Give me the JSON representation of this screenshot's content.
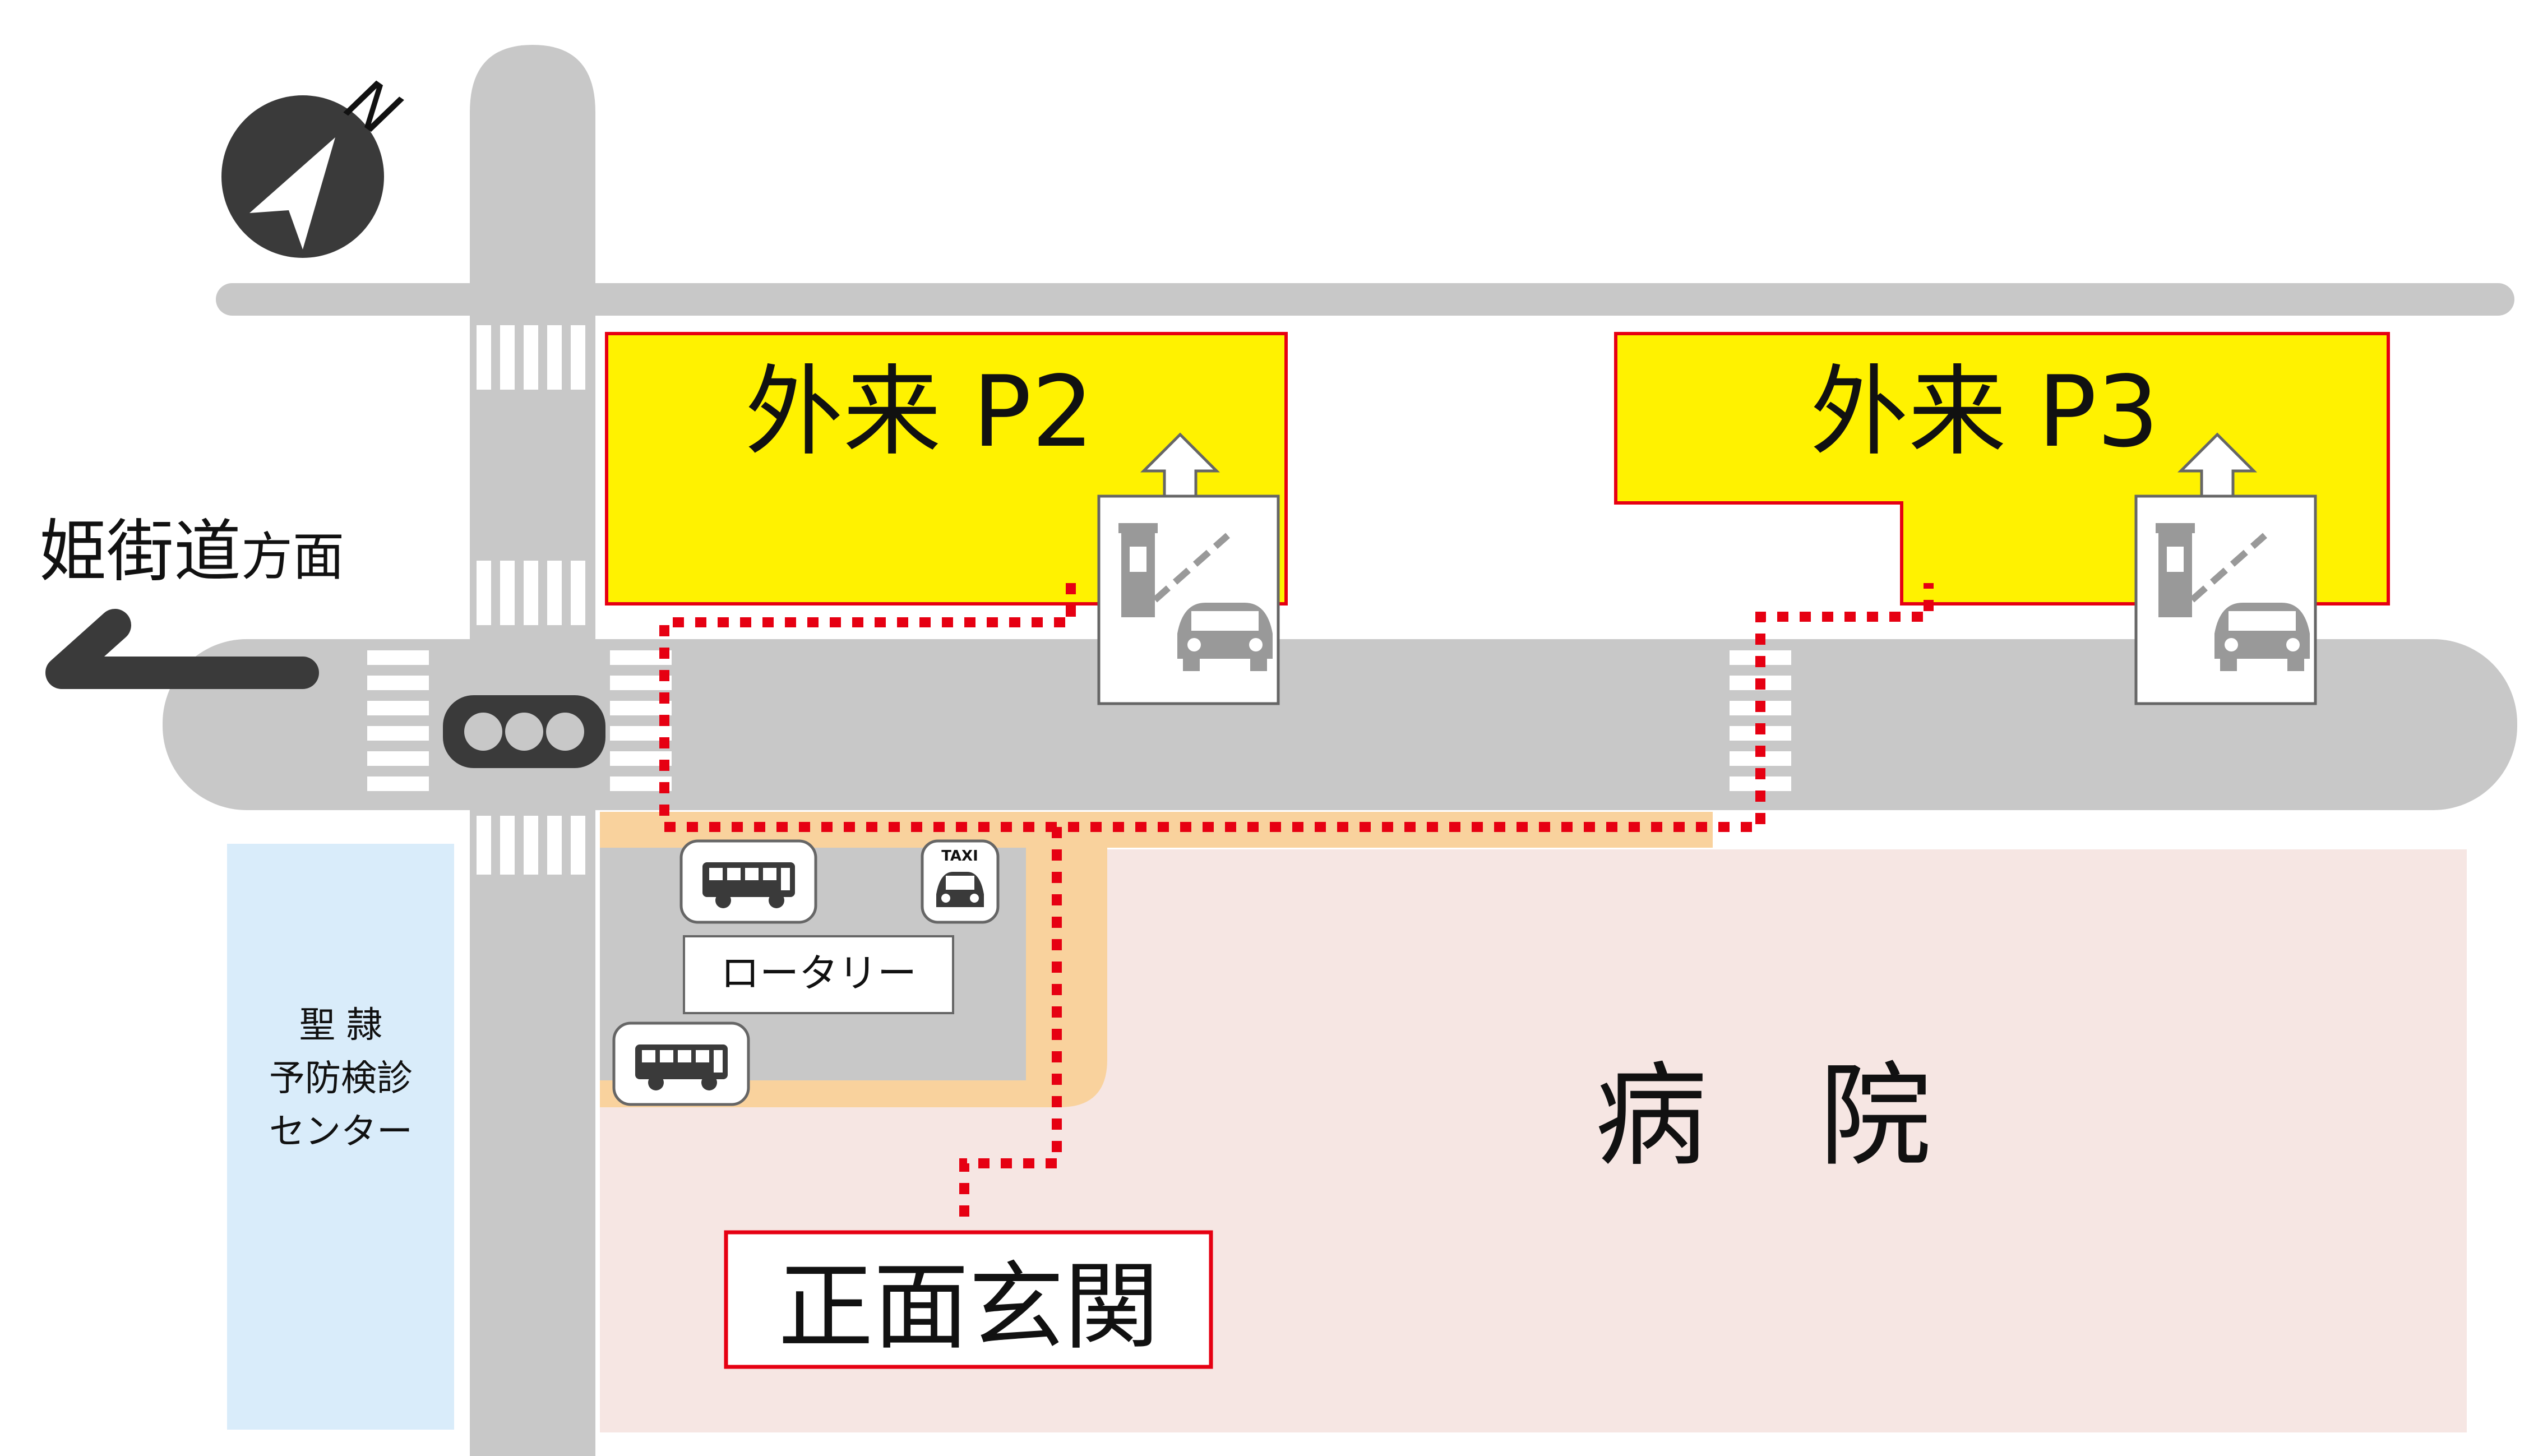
{
  "labels": {
    "north": "N",
    "direction_road": "姫街道",
    "direction_suffix": "方面",
    "parking_p2": "外来 P2",
    "parking_p3": "外来 P3",
    "rotary": "ロータリー",
    "taxi": "TAXI",
    "hospital": "病　院",
    "main_entrance": "正面玄関",
    "center_line1": "聖 隷",
    "center_line2": "予防検診",
    "center_line3": "センター"
  },
  "colors": {
    "road": "#c8c8c8",
    "parking_fill": "#fff200",
    "parking_border": "#e60012",
    "walk_route": "#e60012",
    "sidewalk": "#f9d29d",
    "hospital_fill": "#f6e6e3",
    "center_fill": "#d9ecfa",
    "icon_dark": "#3a3a3a"
  },
  "icons": {
    "compass": "north-compass-icon",
    "signal": "traffic-signal-icon",
    "arrow": "direction-arrow-icon",
    "gate": "parking-gate-icon",
    "bus": "bus-icon",
    "taxi": "taxi-icon"
  }
}
